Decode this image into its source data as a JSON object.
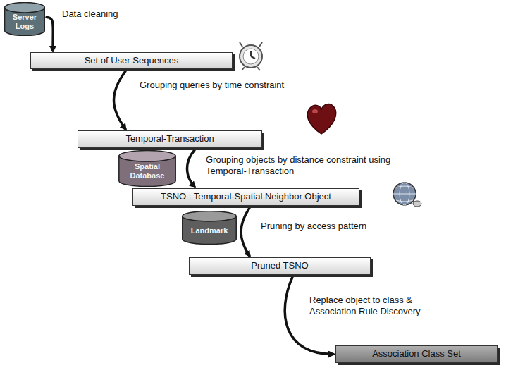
{
  "diagram": {
    "nodes": [
      {
        "text": [
          "Server Logs"
        ]
      },
      {
        "text": [
          "Set of User Sequences"
        ]
      },
      {
        "text": [
          "Temporal-Transaction"
        ]
      },
      {
        "text": [
          "Spatial Database"
        ]
      },
      {
        "text": [
          "TSNO : Temporal-Spatial Neighbor Object"
        ]
      },
      {
        "text": [
          "Landmark"
        ]
      },
      {
        "text": [
          "Pruned TSNO"
        ]
      },
      {
        "text": [
          "Association Class Set"
        ]
      }
    ],
    "edges": [
      {
        "from": 0,
        "to": 1,
        "arrow": "to",
        "label": "Data cleaning"
      },
      {
        "from": 1,
        "to": 2,
        "arrow": "to",
        "label": "Grouping queries by time constraint"
      },
      {
        "from": 2,
        "to": 4,
        "arrow": "to",
        "label": "Grouping objects by distance constraint using Temporal-Transaction"
      },
      {
        "from": 4,
        "to": 6,
        "arrow": "to",
        "label": "Pruning by access pattern"
      },
      {
        "from": 6,
        "to": 7,
        "arrow": "to",
        "label": "Replace object to class & Association Rule Discovery"
      }
    ]
  }
}
